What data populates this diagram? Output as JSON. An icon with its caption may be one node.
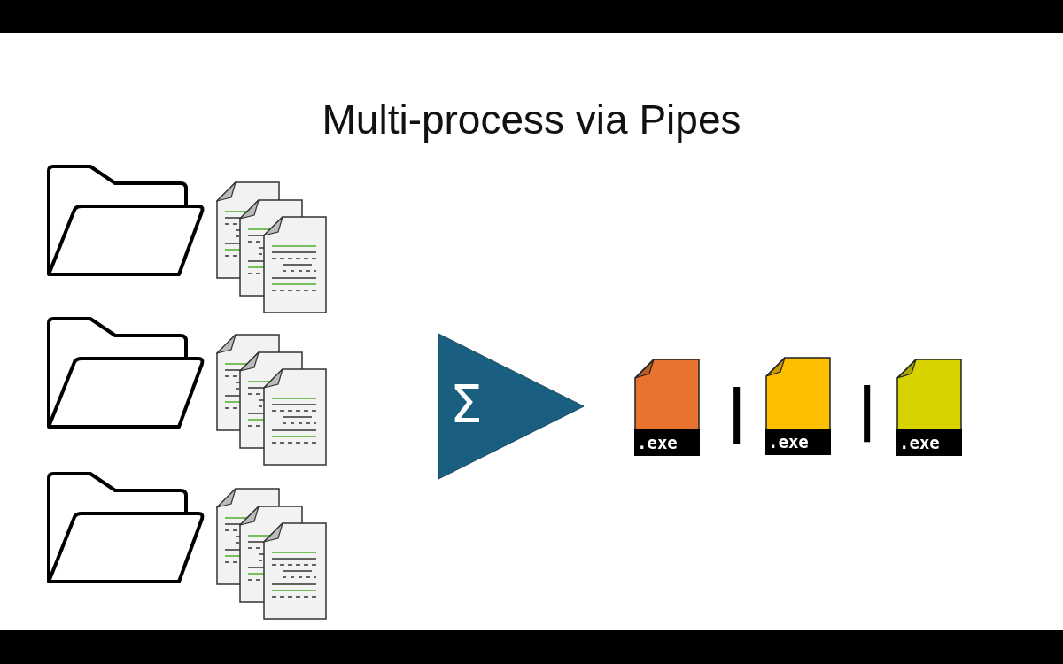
{
  "diagram": {
    "title": "Multi-process via Pipes",
    "nodes": [
      {
        "text": [],
        "shape": "folder"
      },
      {
        "text": [],
        "shape": "document"
      },
      {
        "text": [],
        "shape": "document"
      },
      {
        "text": [],
        "shape": "document"
      },
      {
        "text": [],
        "shape": "folder"
      },
      {
        "text": [],
        "shape": "document"
      },
      {
        "text": [],
        "shape": "document"
      },
      {
        "text": [],
        "shape": "document"
      },
      {
        "text": [],
        "shape": "folder"
      },
      {
        "text": [],
        "shape": "document"
      },
      {
        "text": [],
        "shape": "document"
      },
      {
        "text": [],
        "shape": "document"
      },
      {
        "text": [
          "Σ"
        ]
      },
      {
        "text": [
          ".exe"
        ]
      },
      {
        "text": [
          ".exe"
        ]
      },
      {
        "text": [
          ".exe"
        ]
      }
    ],
    "edges": [],
    "labels": [
      "|",
      "|"
    ]
  }
}
